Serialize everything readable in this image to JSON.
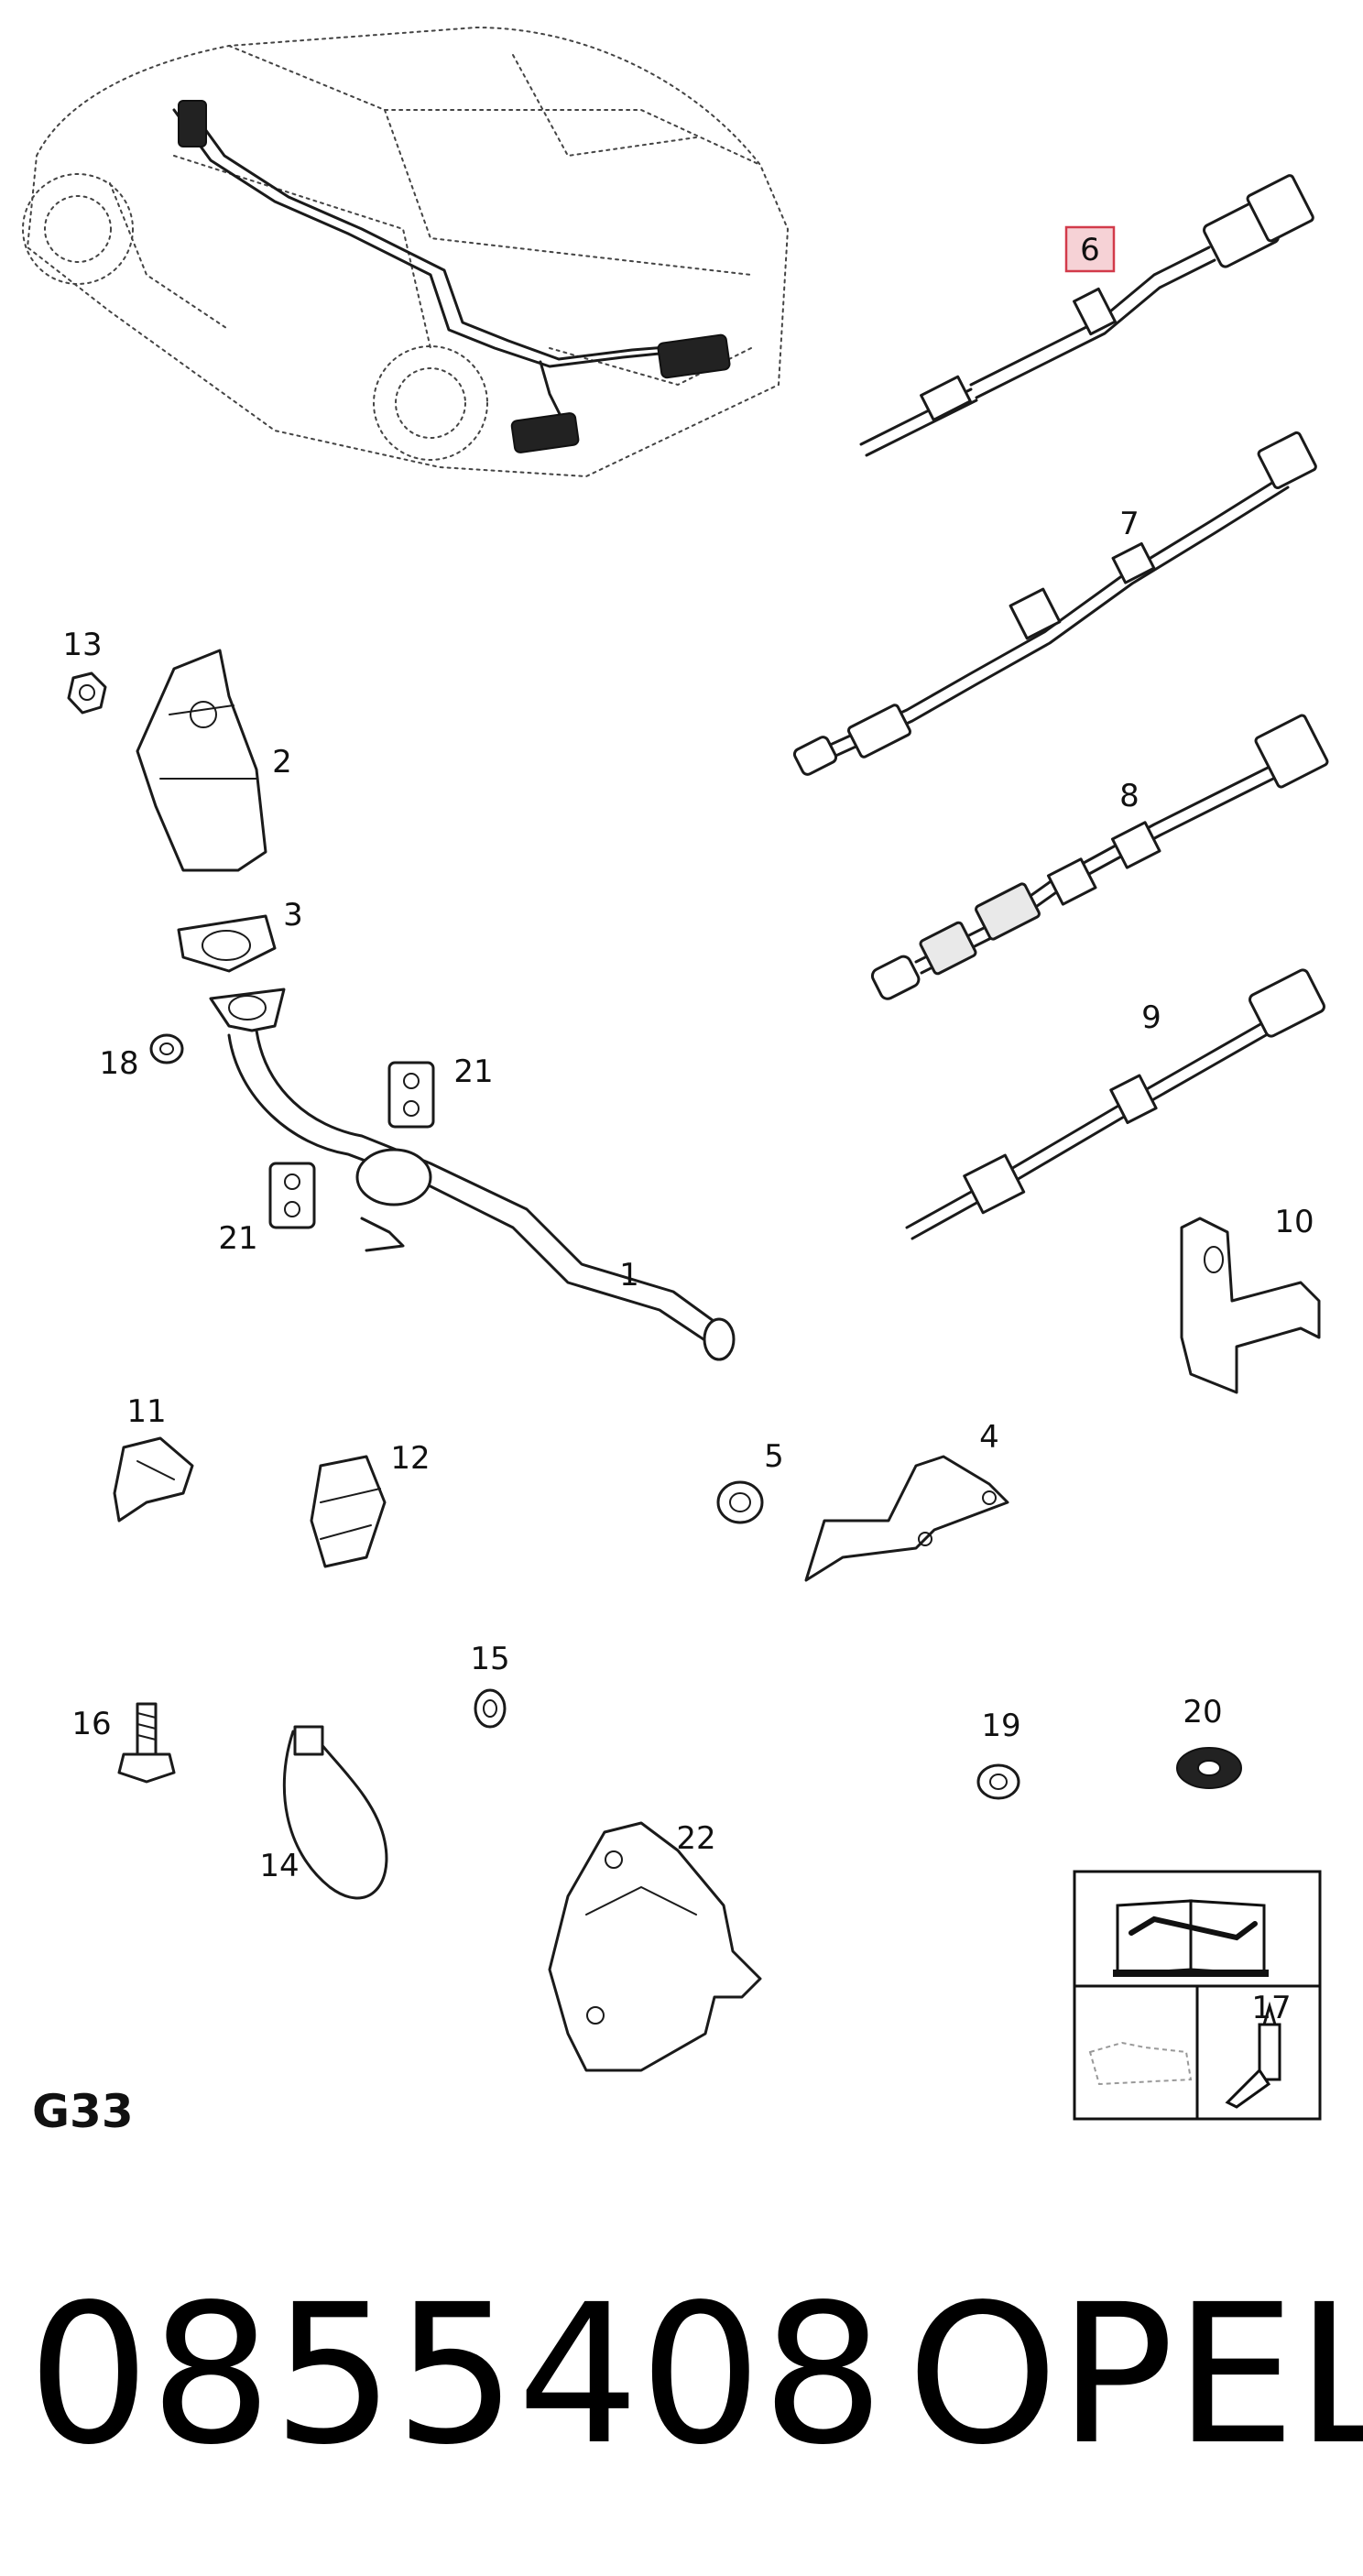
{
  "diagram": {
    "group_code": "G33",
    "part_number": "0855408",
    "brand": "OPEL",
    "highlighted_item": "6",
    "highlight_color": "#f6d2d6",
    "highlight_border": "#d23a4a",
    "callouts": {
      "c1": "1",
      "c2": "2",
      "c3": "3",
      "c4": "4",
      "c5": "5",
      "c6": "6",
      "c7": "7",
      "c8": "8",
      "c9": "9",
      "c10": "10",
      "c11": "11",
      "c12": "12",
      "c13": "13",
      "c14": "14",
      "c15": "15",
      "c16": "16",
      "c17": "17",
      "c18": "18",
      "c19": "19",
      "c20": "20",
      "c21a": "21",
      "c21b": "21",
      "c22": "22"
    }
  }
}
